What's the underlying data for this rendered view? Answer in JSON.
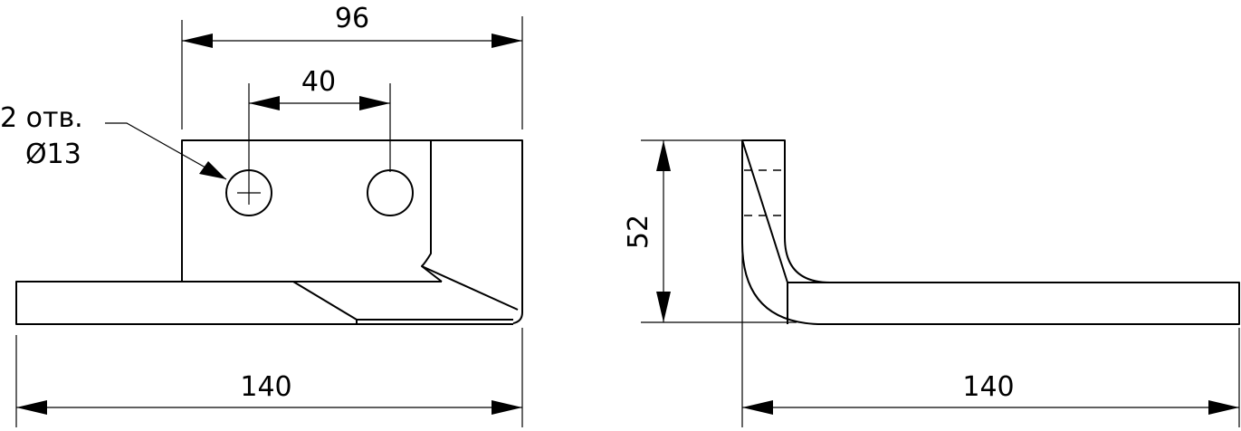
{
  "drawing": {
    "colors": {
      "line": "#000000",
      "background": "#ffffff"
    },
    "front_view": {
      "dim_overall_width": "96",
      "dim_hole_spacing": "40",
      "dim_base_length": "140",
      "hole_note_count": "2 отв.",
      "hole_note_diameter": "Ø13"
    },
    "side_view": {
      "dim_height": "52",
      "dim_base_length": "140"
    }
  }
}
